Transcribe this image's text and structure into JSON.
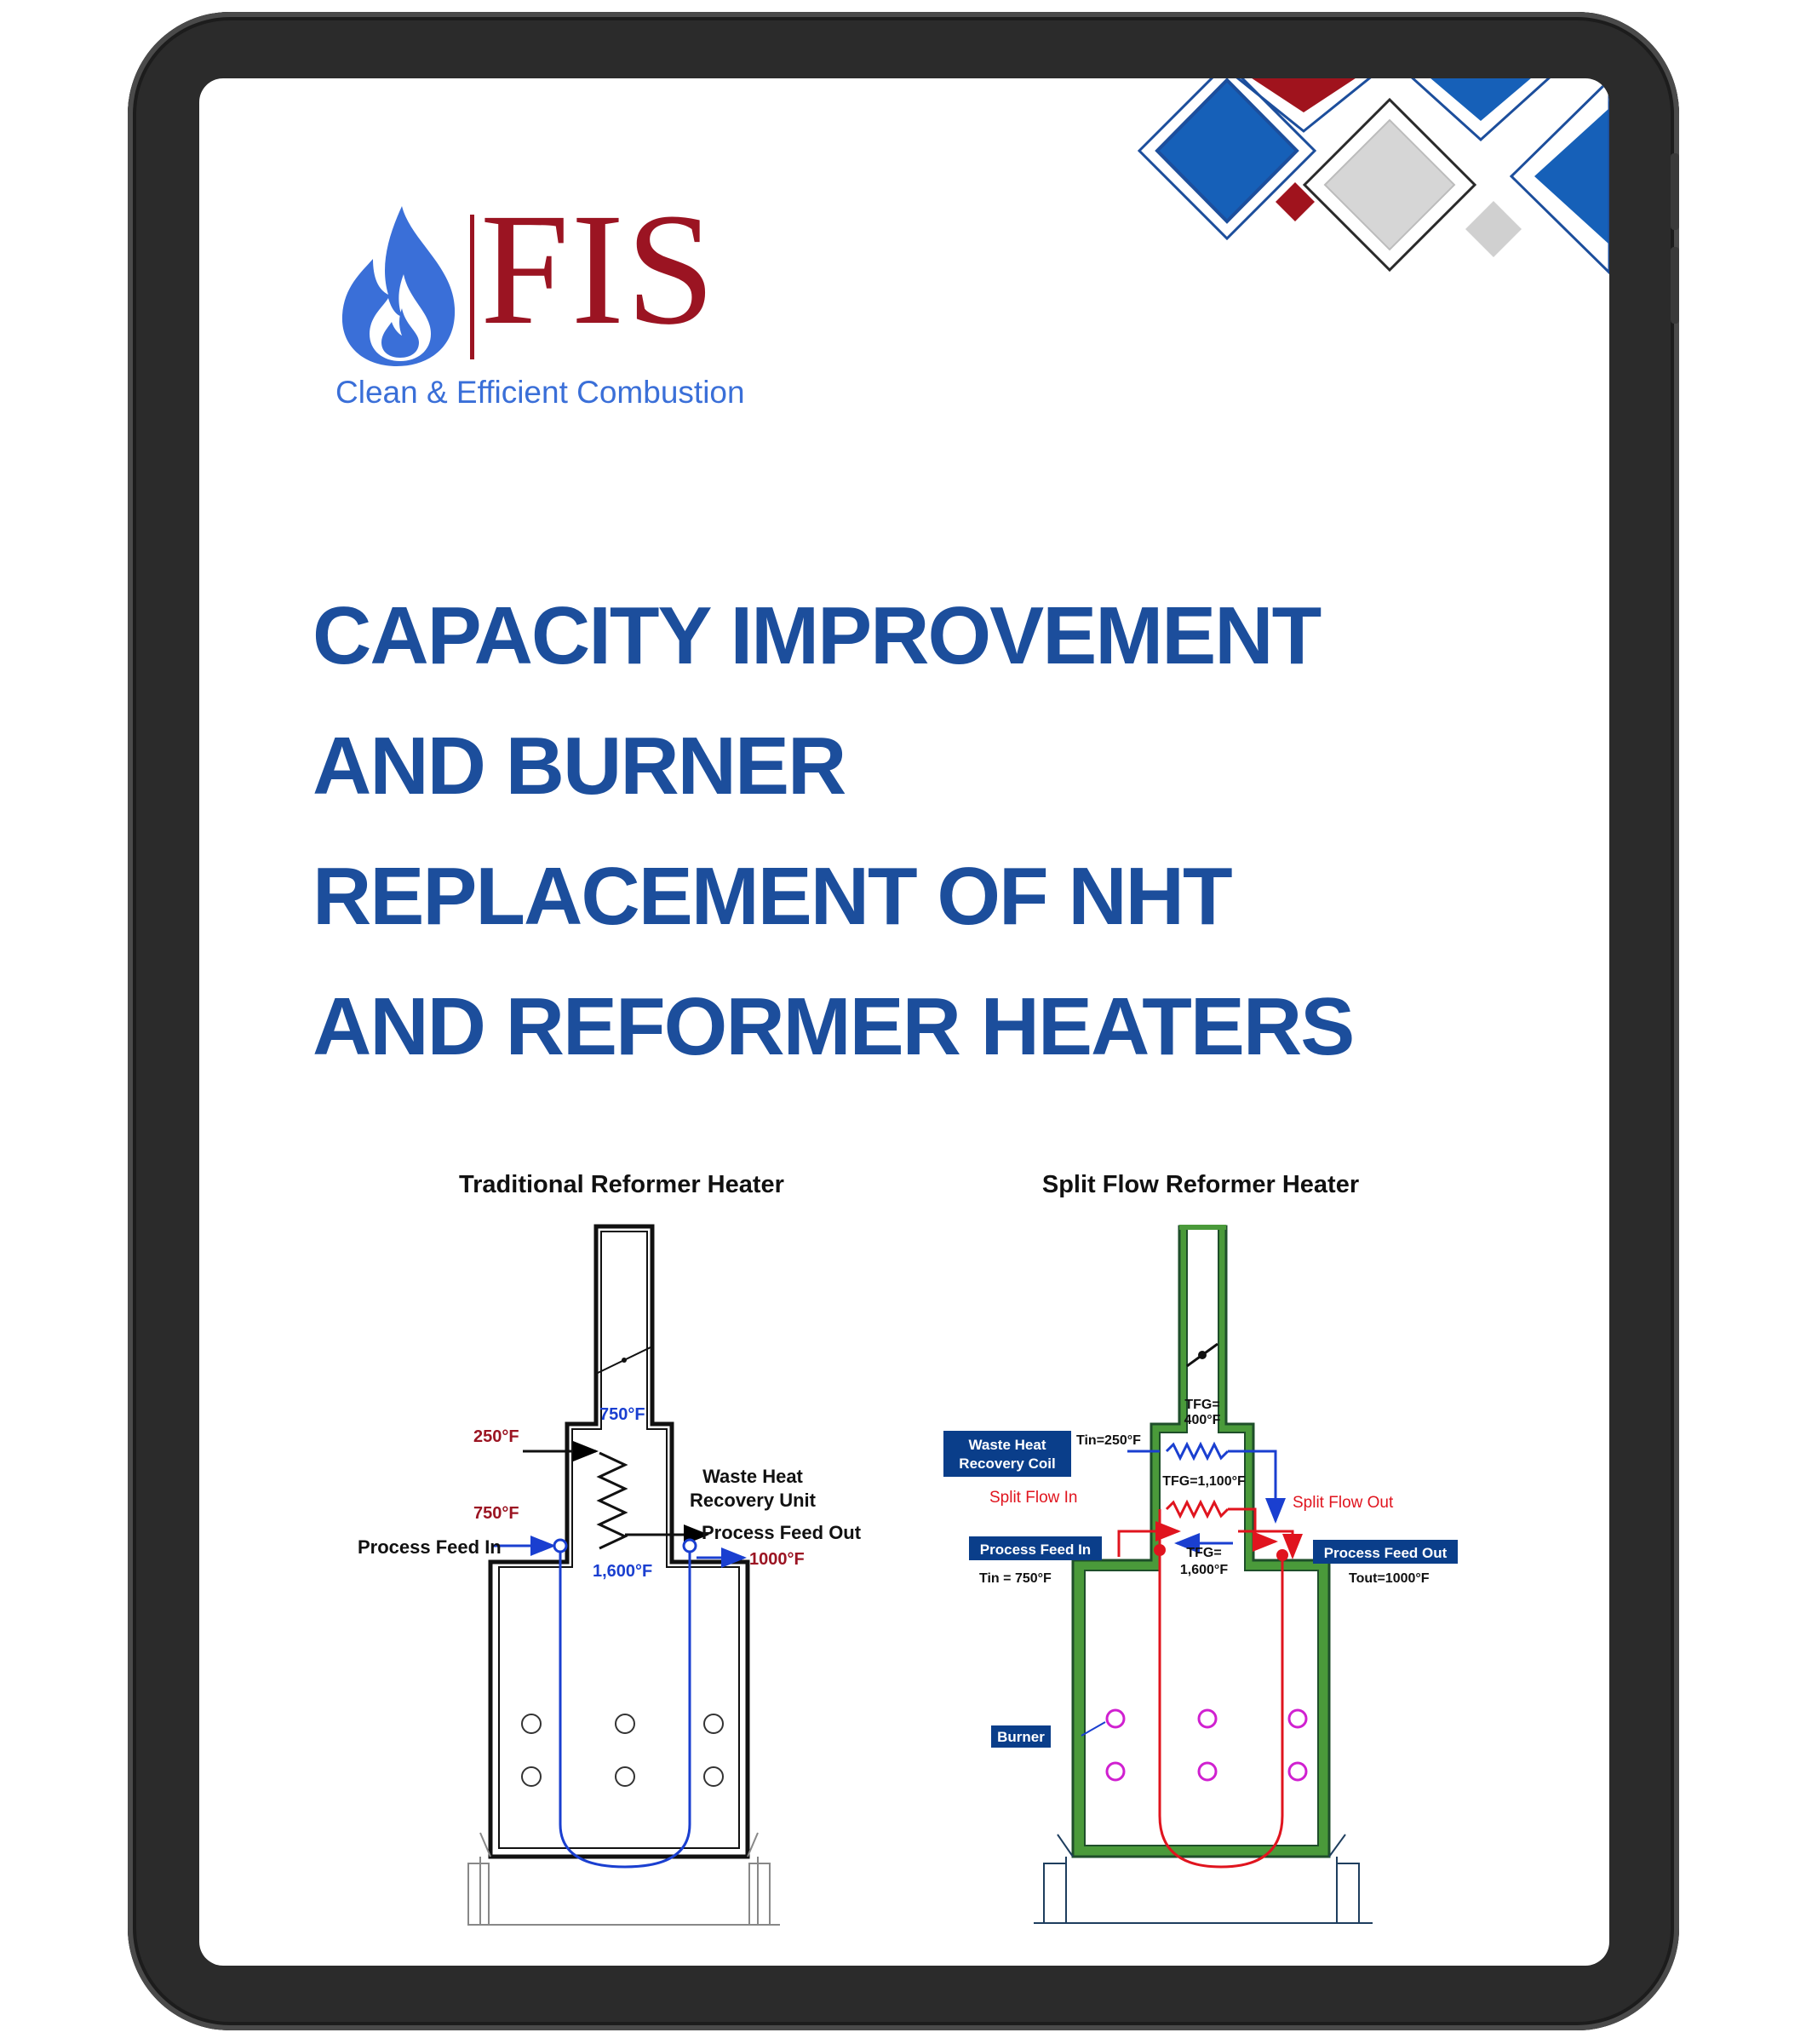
{
  "logo": {
    "brand": "FIS",
    "tagline": "Clean & Efficient Combustion"
  },
  "title_lines": [
    "CAPACITY IMPROVEMENT",
    "AND BURNER",
    "REPLACEMENT OF NHT",
    "AND REFORMER HEATERS"
  ],
  "colors": {
    "title_blue": "#1c4e9c",
    "brand_red": "#9b1422",
    "logo_blue": "#3a6fd8",
    "diagram_blue": "#1a3fd0",
    "diagram_red": "#e0141e",
    "burner_magenta": "#d020d0",
    "refractory_green": "#4a9a3a",
    "label_navy": "#0a3e8a"
  },
  "diagram_traditional": {
    "title": "Traditional Reformer Heater",
    "stack_temp": "750°F",
    "inlet_temp": "250°F",
    "feed_temp": "750°F",
    "waste_heat_unit": [
      "Waste Heat",
      "Recovery Unit"
    ],
    "process_feed_in": "Process Feed In",
    "process_feed_out": "Process Feed Out",
    "outlet_temp": "1000°F",
    "firebox_temp": "1,600°F"
  },
  "diagram_split": {
    "title": "Split Flow Reformer Heater",
    "tfg_top": [
      "TFG=",
      "400°F"
    ],
    "waste_heat_coil": [
      "Waste Heat",
      "Recovery Coil"
    ],
    "tin_coil": "Tin=250°F",
    "tfg_mid": "TFG=1,100°F",
    "split_flow_in": "Split Flow In",
    "split_flow_out": "Split Flow Out",
    "process_feed_in": "Process Feed In",
    "tin_feed": "Tin = 750°F",
    "tfg_firebox": [
      "TFG=",
      "1,600°F"
    ],
    "process_feed_out": "Process Feed Out",
    "tout_feed": "Tout=1000°F",
    "burner": "Burner"
  }
}
